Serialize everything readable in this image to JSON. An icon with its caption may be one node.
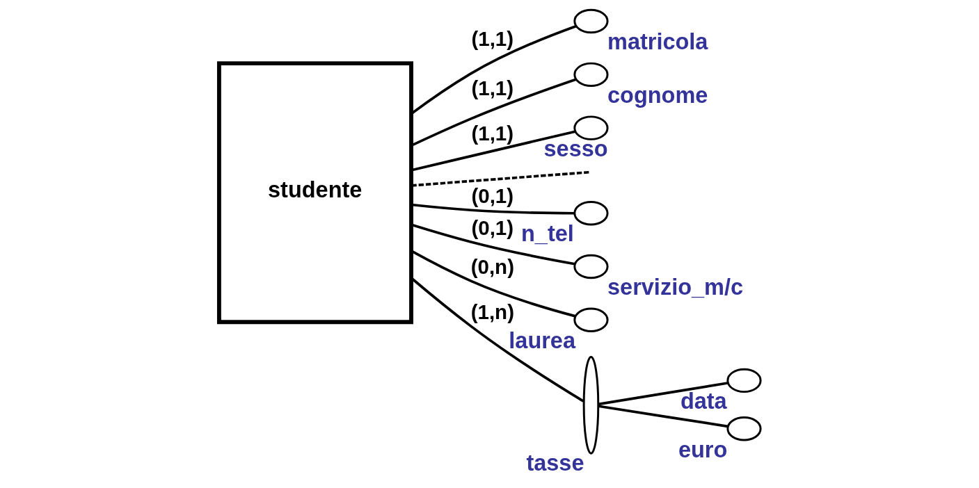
{
  "diagram": {
    "nodes": [
      {
        "text": [
          "studente"
        ]
      },
      {
        "text": [],
        "shape": "circle",
        "beside": [
          "matricola"
        ]
      },
      {
        "text": [],
        "shape": "circle",
        "beside": [
          "cognome"
        ]
      },
      {
        "text": [],
        "shape": "circle",
        "beside": [
          "sesso"
        ]
      },
      {
        "text": [],
        "shape": "circle",
        "beside": [
          "n_tel"
        ]
      },
      {
        "text": [],
        "shape": "circle",
        "beside": [
          "servizio_m/c"
        ]
      },
      {
        "text": [],
        "shape": "circle",
        "beside": [
          "laurea"
        ]
      },
      {
        "text": [],
        "shape": "ellipse",
        "beside": [
          "tasse"
        ]
      },
      {
        "text": [],
        "shape": "circle",
        "beside": [
          "data"
        ]
      },
      {
        "text": [],
        "shape": "circle",
        "beside": [
          "euro"
        ]
      }
    ],
    "edges": [
      {
        "from": 0,
        "to": 1,
        "arrow": "none",
        "label": "(1,1)"
      },
      {
        "from": 0,
        "to": 2,
        "arrow": "none",
        "label": "(1,1)"
      },
      {
        "from": 0,
        "to": 3,
        "arrow": "none",
        "label": "(1,1)"
      },
      {
        "from": 0,
        "to": null,
        "arrow": "none",
        "style": "dashed"
      },
      {
        "from": 0,
        "to": 4,
        "arrow": "none",
        "label": "(0,1)"
      },
      {
        "from": 0,
        "to": 5,
        "arrow": "none",
        "label": "(0,1)"
      },
      {
        "from": 0,
        "to": 6,
        "arrow": "none",
        "label": "(0,n)"
      },
      {
        "from": 0,
        "to": 7,
        "arrow": "none",
        "label": "(1,n)"
      },
      {
        "from": 7,
        "to": 8,
        "arrow": "none"
      },
      {
        "from": 7,
        "to": 9,
        "arrow": "none"
      }
    ]
  }
}
